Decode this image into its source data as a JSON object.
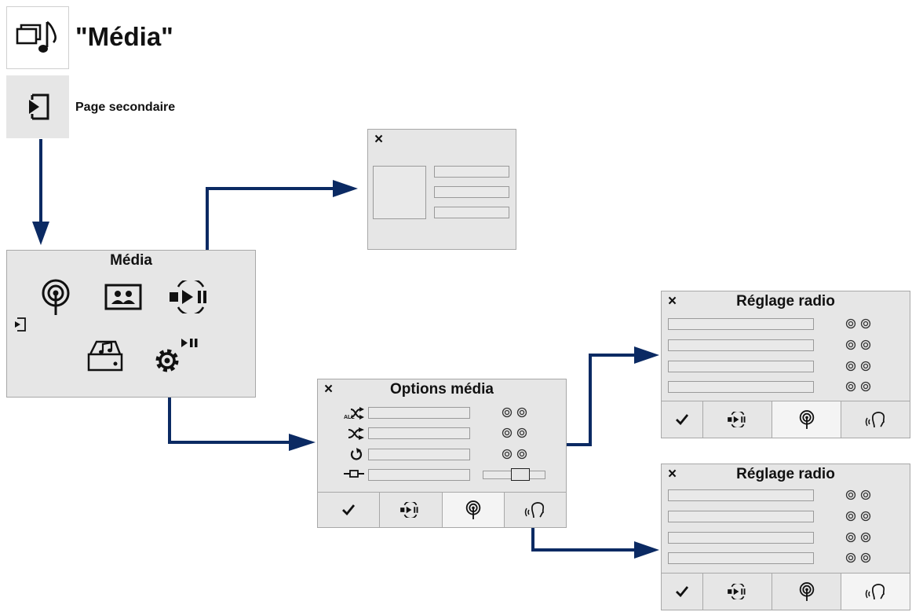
{
  "header": {
    "title": "\"Média\"",
    "title_icon": "media-window-note-icon",
    "secondary_label": "Page secondaire",
    "secondary_icon": "enter-page-icon"
  },
  "media_screen": {
    "title": "Média",
    "icons": [
      "radio-broadcast-icon",
      "contacts-card-icon",
      "play-pause-control-icon",
      "enter-page-icon",
      "media-drive-note-icon",
      "settings-gear-play-icon"
    ]
  },
  "popup": {
    "close": "×"
  },
  "options_media": {
    "close": "×",
    "title": "Options média",
    "rows": [
      "shuffle-all-icon",
      "shuffle-icon",
      "repeat-icon",
      "aux-cable-icon"
    ],
    "tabs": [
      "check-icon",
      "play-pause-icon",
      "radio-icon",
      "voice-icon"
    ]
  },
  "radio_settings_top": {
    "close": "×",
    "title": "Réglage radio",
    "tabs": [
      "check-icon",
      "play-pause-icon",
      "radio-icon",
      "voice-icon"
    ]
  },
  "radio_settings_bottom": {
    "close": "×",
    "title": "Réglage radio",
    "tabs": [
      "check-icon",
      "play-pause-icon",
      "radio-icon",
      "voice-icon"
    ]
  },
  "colors": {
    "arrow": "#0b2a63",
    "panel": "#e6e6e6",
    "border": "#a8a8a8"
  }
}
